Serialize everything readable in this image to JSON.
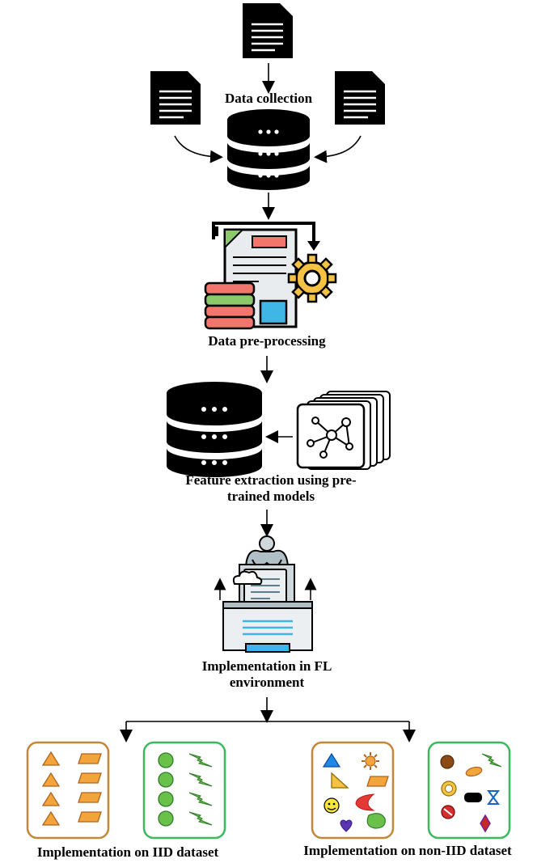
{
  "steps": {
    "data_collection": "Data collection",
    "preprocessing": "Data pre-processing",
    "feature_extraction_line1": "Feature extraction using pre-",
    "feature_extraction_line2": "trained models",
    "fl_line1": "Implementation in FL",
    "fl_line2": "environment"
  },
  "outcomes": {
    "iid": "Implementation on IID dataset",
    "non_iid": "Implementation on non-IID dataset"
  },
  "colors": {
    "orange_border": "#c4873a",
    "green_border": "#3cb95c",
    "orange_fill": "#f3a43b",
    "green_fill": "#6ac14a",
    "icon_red": "#f2766b",
    "icon_blue": "#3fb6e6",
    "icon_yellow": "#f6c243"
  }
}
